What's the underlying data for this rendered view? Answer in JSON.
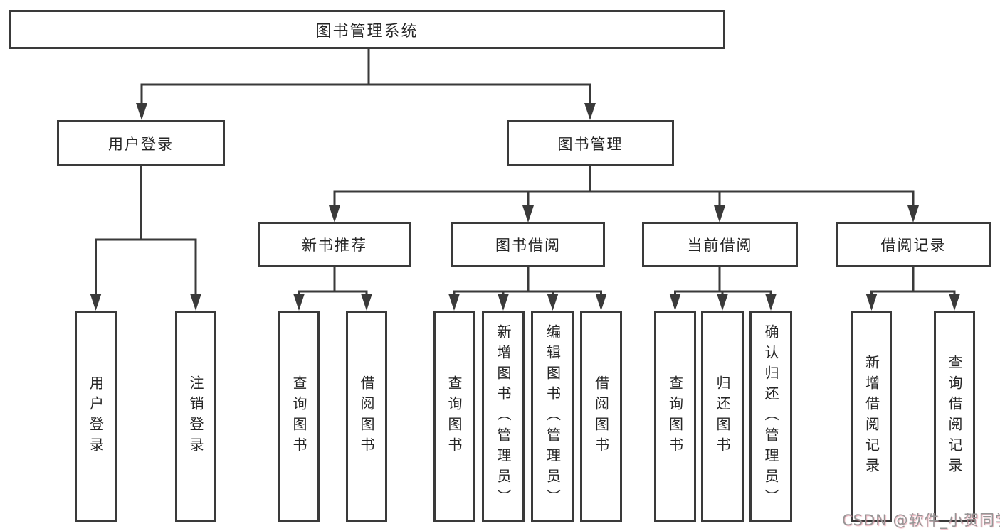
{
  "tree": {
    "root": {
      "label": "图书管理系统",
      "children": [
        {
          "label": "用户登录",
          "children": [
            {
              "label": "用户登录"
            },
            {
              "label": "注销登录"
            }
          ]
        },
        {
          "label": "图书管理",
          "children": [
            {
              "label": "新书推荐",
              "children": [
                {
                  "label": "查询图书"
                },
                {
                  "label": "借阅图书"
                }
              ]
            },
            {
              "label": "图书借阅",
              "children": [
                {
                  "label": "查询图书"
                },
                {
                  "label": "新增图书（管理员）"
                },
                {
                  "label": "编辑图书（管理员）"
                },
                {
                  "label": "借阅图书"
                }
              ]
            },
            {
              "label": "当前借阅",
              "children": [
                {
                  "label": "查询图书"
                },
                {
                  "label": "归还图书"
                },
                {
                  "label": "确认归还（管理员）"
                }
              ]
            },
            {
              "label": "借阅记录",
              "children": [
                {
                  "label": "新增借阅记录"
                },
                {
                  "label": "查询借阅记录"
                }
              ]
            }
          ]
        }
      ]
    }
  },
  "watermark": "CSDN @软件_小贺同学",
  "colors": {
    "line": "#3a3a3a",
    "text": "#262626",
    "background": "#ffffff",
    "watermark_gray": "#959595",
    "watermark_pink": "#e1788c"
  }
}
